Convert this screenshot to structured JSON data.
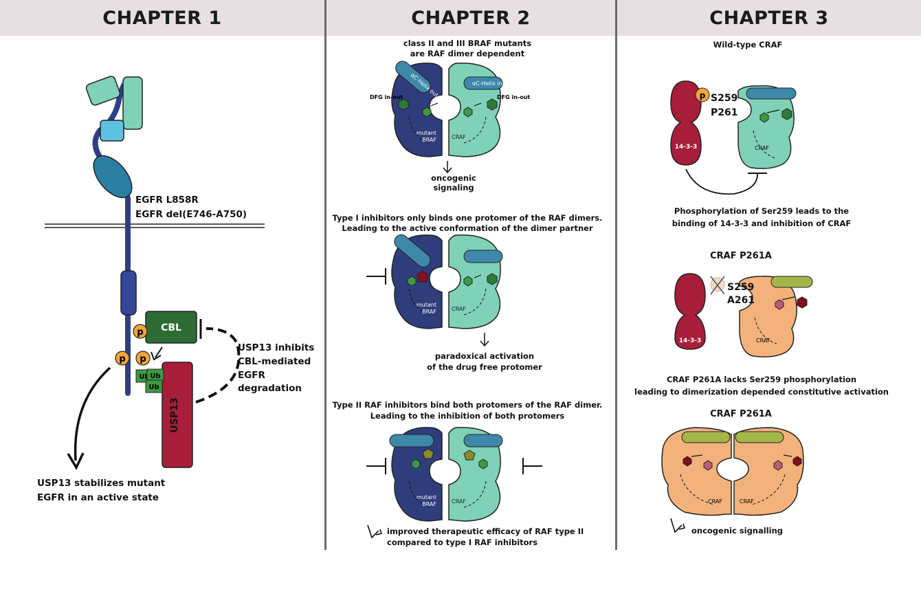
{
  "chapters": [
    {
      "title": "CHAPTER 1"
    },
    {
      "title": "CHAPTER 2"
    },
    {
      "title": "CHAPTER 3"
    }
  ],
  "ch1": {
    "egfr_mutations": [
      "EGFR L858R",
      "EGFR del(E746-A750)"
    ],
    "cbl_label": "CBL",
    "usp13_label": "USP13",
    "p_label": "p",
    "ub_label": "Ub",
    "inhibit_caption": [
      "USP13 inhibits",
      "CBL-mediated",
      "EGFR degradation"
    ],
    "stabilize_caption": [
      "USP13 stabilizes mutant",
      "EGFR in an active state"
    ]
  },
  "ch2": {
    "caption1": [
      "class II and III BRAF mutants",
      "are RAF dimer dependent"
    ],
    "helix_out": "αC-Helix out",
    "helix_in": "αC-Helix in",
    "dfg_left": "DFG in-out",
    "dfg_right": "DFG in-out",
    "mutant_braf": [
      "mutant",
      "BRAF"
    ],
    "craf": "CRAF",
    "outcome1": [
      "oncogenic",
      "signaling"
    ],
    "caption2": [
      "Type I inhibitors only binds one protomer of the RAF dimers.",
      "Leading to the active conformation of the dimer partner"
    ],
    "outcome2": [
      "paradoxical activation",
      "of the drug free protomer"
    ],
    "caption3": [
      "Type II RAF inhibitors bind both protomers of the RAF dimer.",
      "Leading to the inhibition of both protomers"
    ],
    "outcome3": [
      "improved therapeutic efficacy of RAF type II",
      "compared to type I RAF inhibitors"
    ]
  },
  "ch3": {
    "title1": "Wild-type CRAF",
    "s259": "S259",
    "p261": "P261",
    "a261": "A261",
    "p_label": "p",
    "protein_1433": "14-3-3",
    "craf": "CRAF",
    "caption1": [
      "Phosphorylation of Ser259 leads to the",
      "binding of 14-3-3 and inhibition of CRAF"
    ],
    "title2": "CRAF P261A",
    "caption2": [
      "CRAF P261A lacks Ser259 phosphorylation",
      "leading to dimerization depended constitutive activation"
    ],
    "title3": "CRAF P261A",
    "outcome": "oncogenic signalling"
  },
  "colors": {
    "header_bg": "#e7dfe2",
    "braf_navy": "#2f3d7c",
    "craf_mint": "#7fd1b8",
    "craf_orange": "#f3b27c",
    "usp13_red": "#a71d3a",
    "cbl_green": "#2e6b33",
    "phospho_orange": "#f2a43a"
  }
}
